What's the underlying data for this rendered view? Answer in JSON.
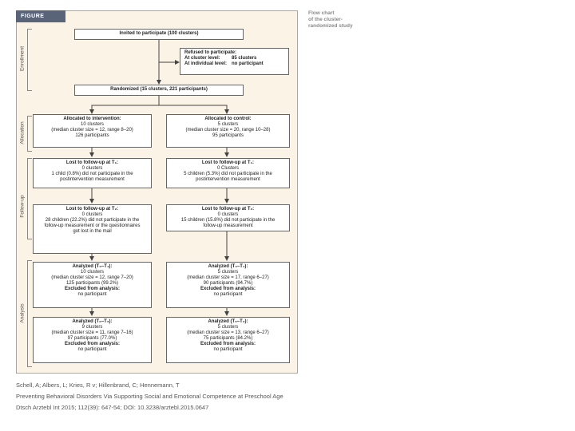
{
  "figure_tab": "FIGURE",
  "caption": [
    "Flow chart",
    "of the cluster-",
    "randomized study"
  ],
  "phases": {
    "enrollment": "Enrollment",
    "allocation": "Allocation",
    "followup": "Follow-up",
    "analysis": "Analysis"
  },
  "invited": "Invited to participate (100 clusters)",
  "refused": {
    "title": "Refused to participate:",
    "cluster_label": "At cluster level:",
    "cluster_value": "85 clusters",
    "individual_label": "At individual level:",
    "individual_value": "no participant"
  },
  "randomized": "Randomized (15 clusters, 221 participants)",
  "intervention": {
    "allocated": [
      "Allocated to intervention:",
      "10 clusters",
      "(median cluster size = 12, range 8–20)",
      "126 participants"
    ],
    "lost_t1": [
      "Lost to follow-up at T₁:",
      "0 clusters",
      "1 child (0.8%) did not participate in the",
      "postintervention measurement"
    ],
    "lost_t2": [
      "Lost to follow-up at T₂:",
      "0 clusters",
      "28 children (22.2%) did not participate in the",
      "follow-up measurement or the questionnaires",
      "got lost in the mail"
    ],
    "analyzed_1": [
      "Analyzed (T₀–T₁):",
      "10 clusters",
      "(median cluster size = 12, range 7–20)",
      "125 participants (99.2%)",
      "Excluded from analysis:",
      "no participant"
    ],
    "analyzed_2": [
      "Analyzed (T₀–T₂):",
      "9 clusters",
      "(median cluster size = 11, range 7–16)",
      "97 participants (77.0%)",
      "Excluded from analysis:",
      "no participant"
    ]
  },
  "control": {
    "allocated": [
      "Allocated to control:",
      "5 clusters",
      "(median cluster size = 20, range 10–28)",
      "95 participants"
    ],
    "lost_t1": [
      "Lost to follow-up at T₁:",
      "0 Clusters",
      "5 children (5.3%) did not participate in the",
      "postintervention measurement"
    ],
    "lost_t2": [
      "Lost to follow-up at T₂:",
      "0 clusters",
      "15 children (15.8%) did not participate in the",
      "follow-up measurement"
    ],
    "analyzed_1": [
      "Analyzed (T₀–T₁):",
      "5 clusters",
      "(median cluster size = 17, range 6–27)",
      "90 participants (94.7%)",
      "Excluded from analysis:",
      "no participant"
    ],
    "analyzed_2": [
      "Analyzed (T₀–T₂):",
      "5 clusters",
      "(median cluster size = 13, range 6–27)",
      "75 participants (84.2%)",
      "Excluded from analysis:",
      "no participant"
    ]
  },
  "footer": {
    "authors": "Schell, A; Albers, L; Kries, R v; Hillenbrand, C; Hennemann, T",
    "title": "Preventing Behavioral Disorders Via Supporting Social and Emotional Competence at Preschool Age",
    "citation": "Dtsch Arztebl Int 2015; 112(39): 647-54; DOI: 10.3238/arztebl.2015.0647"
  }
}
